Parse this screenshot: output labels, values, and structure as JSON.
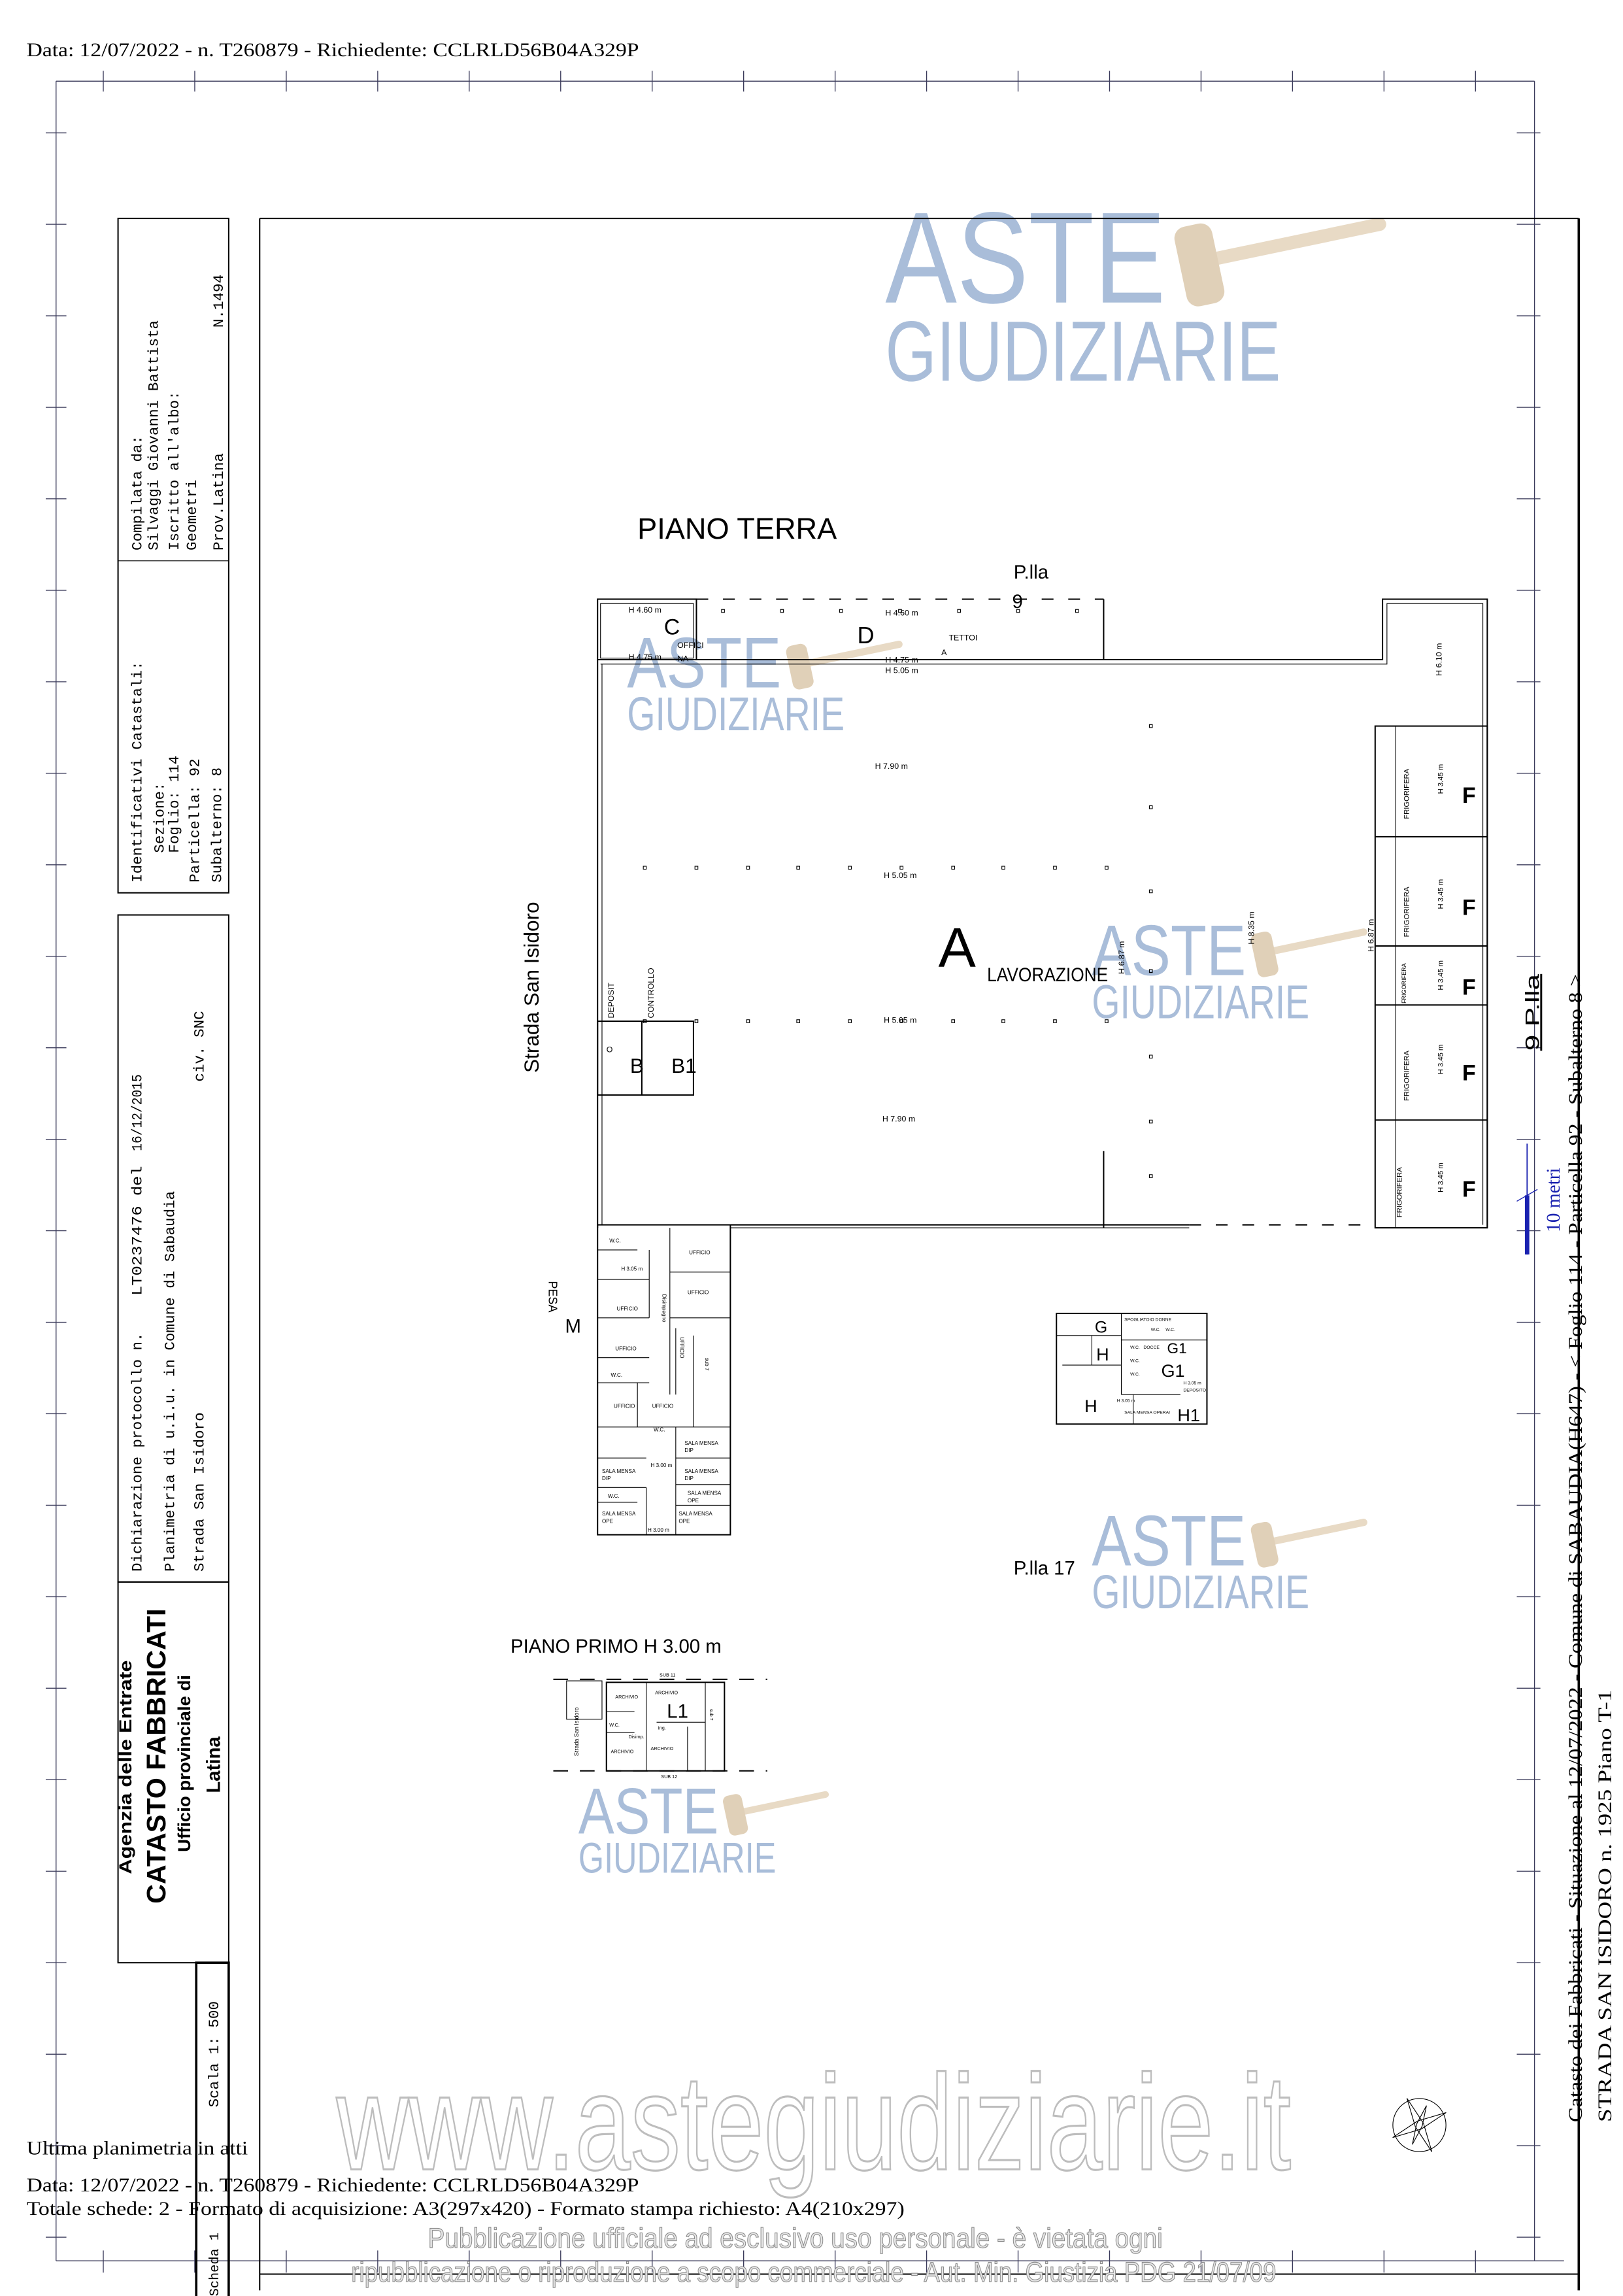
{
  "header": {
    "request_line": "Data: 12/07/2022 - n. T260879 - Richiedente: CCLRLD56B04A329P"
  },
  "sidebar": {
    "compiled_by_label": "Compilata da:",
    "compiled_by_name": "Silvaggi Giovanni Battista",
    "register_label": "Iscritto all'albo:",
    "register_value": "Geometri",
    "province": "Prov.Latina",
    "register_number": "N.1494",
    "ids_title": "Identificativi Catastali:",
    "sezione": "Sezione:",
    "foglio": "Foglio: 114",
    "particella": "Particella: 92",
    "subalterno": "Subalterno: 8",
    "protocol_label": "Dichiarazione protocollo n.",
    "protocol_number": "LT0237476 del",
    "protocol_date": "16/12/2015",
    "planimetria": "Planimetria di u.i.u. in Comune di Sabaudia",
    "street": "Strada San Isidoro",
    "civic": "civ.  SNC",
    "agency": "Agenzia delle Entrate",
    "catasto": "CATASTO FABBRICATI",
    "office": "Ufficio provinciale di",
    "office_city": "Latina",
    "scale": "Scala 1: 500",
    "sheet": "Scheda 1"
  },
  "right_margin": {
    "situation": "Catasto dei Fabbricati - Situazione al 12/07/2022 - Comune di SABAUDIA(H647) - < Foglio 114 - Particella 92 - Subalterno 8 >",
    "address": "STRADA SAN ISIDORO n. 1925 Piano T-1",
    "scale_bar_label": "10 metri",
    "plla_side": "9  P.lla"
  },
  "plan": {
    "ground_title": "PIANO TERRA",
    "first_title": "PIANO PRIMO H 3.00 m",
    "plla_top": "P.lla",
    "plla_top_num": "9",
    "plla_17": "P.lla 17",
    "street_label": "Strada San Isidoro",
    "letters": {
      "A": "A",
      "B": "B",
      "B1": "B1",
      "C": "C",
      "D": "D",
      "F": "F",
      "G": "G",
      "G1": "G1",
      "H": "H",
      "H1": "H1",
      "L1": "L1",
      "M": "M"
    },
    "rooms": {
      "officina_1": "OFFICI",
      "officina_2": "NA",
      "tettoia_1": "TETTOI",
      "tettoia_2": "A",
      "lavorazione": "LAVORAZIONE",
      "deposito": "DEPOSIT",
      "deposito_2": "O",
      "controllo": "CONTROLLO",
      "pesa": "PESA",
      "frigorifera": "FRIGORIFERA"
    },
    "heights": {
      "h460": "H 4.60 m",
      "h475": "H 4.75 m",
      "h505": "H 5.05 m",
      "h790": "H 7.90 m",
      "h687": "H 6.87 m",
      "h835": "H 8.35 m",
      "h610": "H 6.10 m",
      "h345": "H 3.45 m",
      "h305": "H 3.05 m",
      "h300": "H 3.00 m"
    },
    "office_labels": [
      "W.C.",
      "UFFICIO",
      "Disimpegno",
      "sub 7",
      "SALA MENSA",
      "DIP",
      "OPE"
    ],
    "service_labels": [
      "SPOGLIATOIO DONNE",
      "W.C.",
      "DOCCE",
      "DEPOSITO",
      "SALA MENSA OPERAI"
    ],
    "first_floor_labels": [
      "SUB 11",
      "ARCHIVIO",
      "W.C.",
      "Disimp.",
      "Ing.",
      "sub 7",
      "SUB 12"
    ]
  },
  "footer": {
    "last_plan": "Ultima planimetria in atti",
    "request_line": "Data: 12/07/2022 - n. T260879 - Richiedente: CCLRLD56B04A329P",
    "sheets_line": "Totale schede: 2 - Formato di acquisizione: A3(297x420) - Formato stampa richiesto: A4(210x297)"
  },
  "watermark": {
    "logo_top": "ASTE",
    "logo_bottom": "GIUDIZIARIE",
    "site": "www.astegiudiziarie.it",
    "notice_1": "Pubblicazione ufficiale ad esclusivo uso personale - è vietata ogni",
    "notice_2": "ripubblicazione o riproduzione a scopo commerciale - Aut. Min. Giustizia PDG 21/07/09"
  },
  "colors": {
    "scale_bar": "#1a22b0",
    "logo_blue": "#7f9cc4",
    "logo_gavel": "#d9c3a0"
  }
}
